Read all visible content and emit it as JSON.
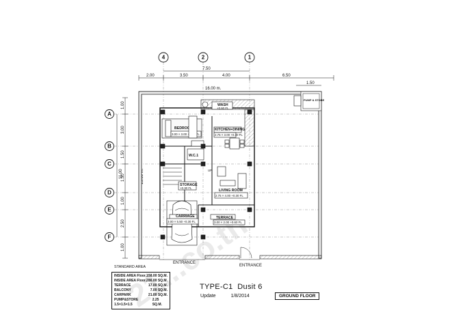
{
  "grid": {
    "columns": [
      "4",
      "2",
      "1"
    ],
    "rows": [
      "A",
      "B",
      "C",
      "D",
      "E",
      "F"
    ]
  },
  "dimensions": {
    "top_overall": "7.50",
    "top_segments": [
      "2.00",
      "3.50",
      "4.00",
      "6.50"
    ],
    "top_small": "1.50",
    "plot_width": "16.00 m.",
    "plot_depth": "15.00 m.",
    "left_segments": [
      "1.00",
      "3.00",
      "1.50",
      "1.50",
      "1.00",
      "2.50",
      "1.00"
    ],
    "left_overall": "11.00"
  },
  "rooms": {
    "bedroom": {
      "name": "BEDROOM 1",
      "info": "3.00 × 3.00 +0.30 FL"
    },
    "kitchen": {
      "name": "KITCHEN+DINING",
      "info": "2.75 × 3.00 +0.30 FL"
    },
    "wash": {
      "name": "WASH",
      "info": "+0.60 FL"
    },
    "wc": {
      "name": "W.C.1",
      "info": ""
    },
    "living": {
      "name": "LIVING ROOM",
      "info": "2.75 × 4.00 +0.30 FL"
    },
    "storage": {
      "name": "STORAGE",
      "info": "+0.30 FL"
    },
    "carriage": {
      "name": "CARRIAGE",
      "info": "3.00 × 5.50 +0.30 FL"
    },
    "terrace": {
      "name": "TERRACE",
      "info": "3.00 × 2.00 +0.60 FL"
    },
    "pump": {
      "name": "PUMP & STORE"
    },
    "up_mark": "UP"
  },
  "entrances": [
    "ENTRANCE",
    "ENTRANCE"
  ],
  "watermark": "21...co.th",
  "legend": {
    "title": "STANDARD AREA",
    "items": [
      {
        "label": "INSIDE AREA Floor.1",
        "value": "58.00 SQ.M."
      },
      {
        "label": "INSIDE AREA Floor.2",
        "value": "86.00 SQ.M."
      },
      {
        "label": "TERRACE",
        "value": "17.00 SQ.M."
      },
      {
        "label": "BALCONY",
        "value": "7.00 SQ.M."
      },
      {
        "label": "CARPARK",
        "value": "21.00 SQ.M."
      },
      {
        "label": "PUMP&STORE 1.5×1.5×1.5",
        "value": "2.25 SQ.M."
      }
    ]
  },
  "title": {
    "type": "TYPE-C1",
    "project": "Dusit 6",
    "update_label": "Update",
    "update_date": "1/8/2014",
    "floor": "GROUND FLOOR"
  }
}
